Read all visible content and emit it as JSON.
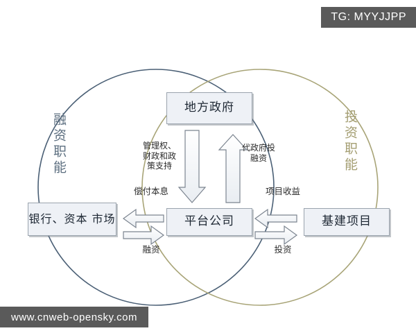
{
  "overlay": {
    "tag_chip": "TG: MYYJJPP",
    "site_chip": "www.cnweb-opensky.com"
  },
  "diagram": {
    "type": "venn-flow-diagram",
    "circles": [
      {
        "id": "financing",
        "label": "融资职能",
        "color": "#4a5f75",
        "side": "left"
      },
      {
        "id": "investment",
        "label": "投资职能",
        "color": "#a8a477",
        "side": "right"
      }
    ],
    "nodes": [
      {
        "id": "government",
        "label": "地方政府"
      },
      {
        "id": "bank",
        "label": "银行、资本\n市场"
      },
      {
        "id": "platform",
        "label": "平台公司"
      },
      {
        "id": "infrastructure",
        "label": "基建项目"
      }
    ],
    "flows": [
      {
        "id": "mgmt-support",
        "label": "管理权、\n财政和政\n策支持",
        "from": "government",
        "to": "platform",
        "direction": "down"
      },
      {
        "id": "proxy-financing",
        "label": "代政府投\n融资",
        "from": "platform",
        "to": "government",
        "direction": "up"
      },
      {
        "id": "repay",
        "label": "偿付本息",
        "from": "platform",
        "to": "bank",
        "direction": "left"
      },
      {
        "id": "financing",
        "label": "融资",
        "from": "bank",
        "to": "platform",
        "direction": "right"
      },
      {
        "id": "project-revenue",
        "label": "项目收益",
        "from": "infrastructure",
        "to": "platform",
        "direction": "left"
      },
      {
        "id": "investment",
        "label": "投资",
        "from": "platform",
        "to": "infrastructure",
        "direction": "right"
      }
    ]
  }
}
